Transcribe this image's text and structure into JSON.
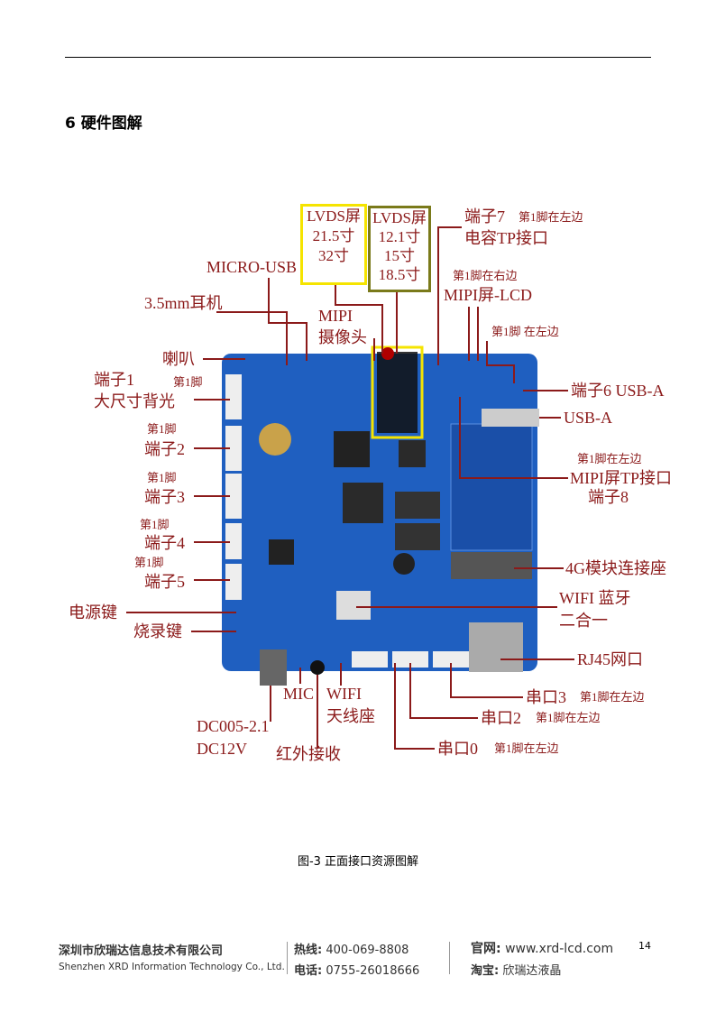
{
  "heading": "6 硬件图解",
  "lvds_large": [
    "LVDS屏",
    "21.5寸",
    "32寸"
  ],
  "lvds_small": [
    "LVDS屏",
    "12.1寸",
    "15寸",
    "18.5寸"
  ],
  "labels": {
    "t7": "端子7",
    "t7_pin": "第1脚在左边",
    "t7_sub": "电容TP接口",
    "mipi_lcd_pin": "第1脚在右边",
    "mipi_lcd": "MIPI屏-LCD",
    "usb_pin": "第1脚 在左边",
    "t6": "端子6 USB-A",
    "usba": "USB-A",
    "tp8_pin": "第1脚在左边",
    "tp8": "MIPI屏TP接口",
    "t8": "端子8",
    "g4": "4G模块连接座",
    "wifi": "WIFI 蓝牙",
    "wifi2": "二合一",
    "rj45": "RJ45网口",
    "u3": "串口3",
    "u3_pin": "第1脚在左边",
    "u2": "串口2",
    "u2_pin": "第1脚在左边",
    "u0": "串口0",
    "u0_pin": "第1脚在左边",
    "microusb": "MICRO-USB",
    "ear": "3.5mm耳机",
    "mipi": "MIPI",
    "cam": "摄像头",
    "spk": "喇叭",
    "t1": "端子1",
    "t1_pin": "第1脚",
    "t1_sub": "大尺寸背光",
    "t2_pin": "第1脚",
    "t2": "端子2",
    "t3_pin": "第1脚",
    "t3": "端子3",
    "t4_pin": "第1脚",
    "t4": "端子4",
    "t5_pin": "第1脚",
    "t5": "端子5",
    "pwr": "电源键",
    "burn": "烧录键",
    "mic": "MIC",
    "wifi_ant": "WIFI",
    "ant": "天线座",
    "dc1": "DC005-2.1",
    "dc2": "DC12V",
    "ir": "红外接收"
  },
  "caption": "图-3 正面接口资源图解",
  "footer": {
    "company_cn": "深圳市欣瑞达信息技术有限公司",
    "company_en": "Shenzhen XRD Information Technology Co., Ltd.",
    "hotline_label": "热线:",
    "hotline": "400-069-8808",
    "phone_label": "电话:",
    "phone": "0755-26018666",
    "web_label": "官网:",
    "web": "www.xrd-lcd.com",
    "shop_label": "淘宝:",
    "shop": "欣瑞达液晶",
    "page": "14"
  }
}
